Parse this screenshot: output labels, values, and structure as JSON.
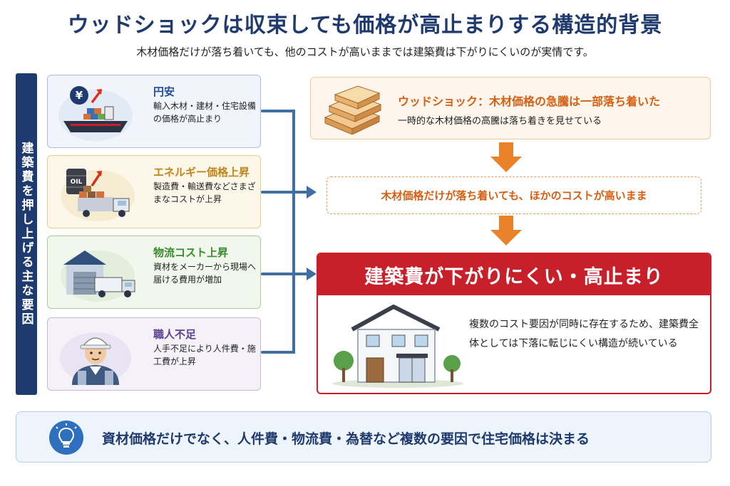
{
  "header": {
    "title": "ウッドショックは収束しても価格が高止まりする構造的背景",
    "subtitle": "木材価格だけが落ち着いても、他のコストが高いままでは建築費は下がりにくいのが実情です。"
  },
  "side_label": "建築費を押し上げる主な要因",
  "factors": [
    {
      "title": "円安",
      "desc": "輸入木材・建材・住宅設備の価格が高止まり",
      "icon": "yen-ship-icon",
      "color": "#1e4f9a"
    },
    {
      "title": "エネルギー価格上昇",
      "desc": "製造費・輸送費などさまざまなコストが上昇",
      "icon": "oil-truck-icon",
      "icon_text": "OIL",
      "color": "#c0851b"
    },
    {
      "title": "物流コスト上昇",
      "desc": "資材をメーカーから現場へ届ける費用が増加",
      "icon": "warehouse-truck-icon",
      "color": "#3a8a2e"
    },
    {
      "title": "職人不足",
      "desc": "人手不足により人件費・施工費が上昇",
      "icon": "worker-icon",
      "color": "#5a3f92"
    }
  ],
  "flow": {
    "wood_shock": {
      "title": "ウッドショック：木材価格の急騰は一部落ち着いた",
      "desc": "一時的な木材価格の高騰は落ち着きを見せている",
      "icon": "lumber-icon"
    },
    "middle": "木材価格だけが落ち着いても、ほかのコストが高いまま",
    "result": {
      "title": "建築費が下がりにくい・高止まり",
      "desc": "複数のコスト要因が同時に存在するため、建築費全体としては下落に転じにくい構造が続いている",
      "icon": "house-icon"
    }
  },
  "footer": {
    "text": "資材価格だけでなく、人件費・物流費・為替など複数の要因で住宅価格は決まる",
    "icon": "lightbulb-icon"
  },
  "colors": {
    "navy": "#1e3a6e",
    "orange": "#d65f12",
    "red": "#c8202a",
    "arrow_blue": "#3f6fa3",
    "arrow_orange": "#e8822b"
  }
}
